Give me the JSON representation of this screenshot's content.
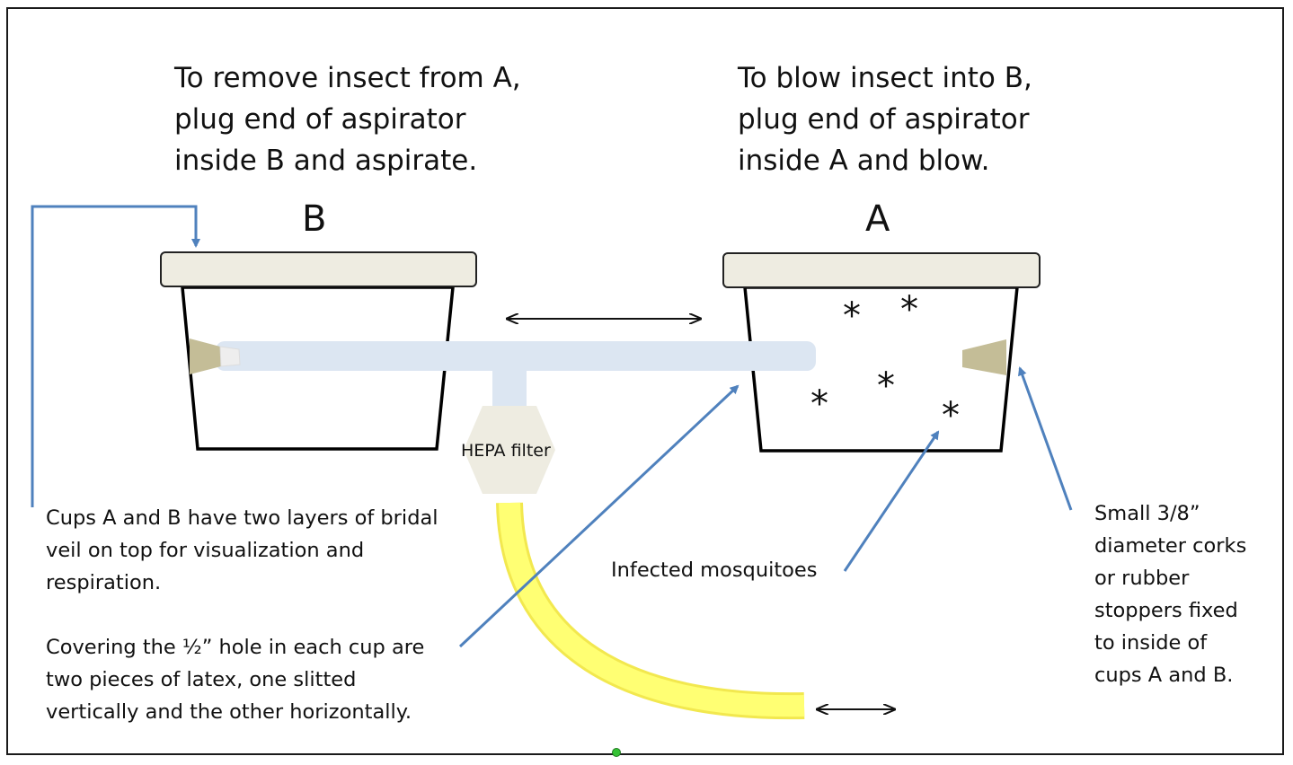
{
  "instructions": {
    "left": [
      "To remove insect from A,",
      "plug end of aspirator",
      "inside B and aspirate."
    ],
    "right": [
      "To blow insect into B,",
      "plug end of aspirator",
      "inside A and blow."
    ]
  },
  "cups": {
    "b_label": "B",
    "a_label": "A"
  },
  "filter": {
    "label": "HEPA filter"
  },
  "mosquito_symbol": "*",
  "notes": {
    "veil": [
      "Cups A and B have two layers of bridal",
      "veil on top for visualization and",
      "respiration."
    ],
    "latex": [
      "Covering the ½” hole in each cup are",
      "two pieces of latex, one slitted",
      "vertically and the other horizontally."
    ],
    "mosquitoes": "Infected mosquitoes",
    "corks": [
      "Small 3/8”",
      "diameter corks",
      "or rubber",
      "stoppers fixed",
      "to inside of",
      "cups A and B."
    ]
  },
  "colors": {
    "arrow_blue": "#4f81bd",
    "tube_blue": "#dce6f2",
    "lid": "#eeece1",
    "cork": "#c4bd97",
    "hose_yellow": "#ffff73",
    "hose_edge": "#f2e84f"
  }
}
